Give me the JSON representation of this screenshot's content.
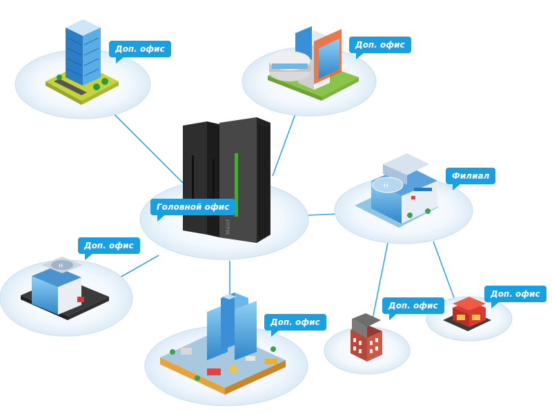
{
  "colors": {
    "label_bg": "#1aa0e0",
    "link_line": "#2da6dc",
    "ellipse_fill": "#eaf4fb",
    "ellipse_stroke": "#c7dff0"
  },
  "nodes": {
    "head_office": {
      "label": "Головной офис",
      "icon": "server-rack-icon"
    },
    "branch": {
      "label": "Филиал",
      "icon": "branch-building-icon"
    },
    "office_top_left": {
      "label": "Доп. офис",
      "icon": "tower-building-icon"
    },
    "office_top_right": {
      "label": "Доп. офис",
      "icon": "office-complex-icon"
    },
    "office_mid_left": {
      "label": "Доп. офис",
      "icon": "helipad-building-icon"
    },
    "office_bottom_center": {
      "label": "Доп. офис",
      "icon": "city-block-icon"
    },
    "office_bottom_right_small": {
      "label": "Доп. офис",
      "icon": "brick-house-icon"
    },
    "office_bottom_right": {
      "label": "Доп. офис",
      "icon": "shop-icon"
    }
  },
  "server_text": "Mainf"
}
